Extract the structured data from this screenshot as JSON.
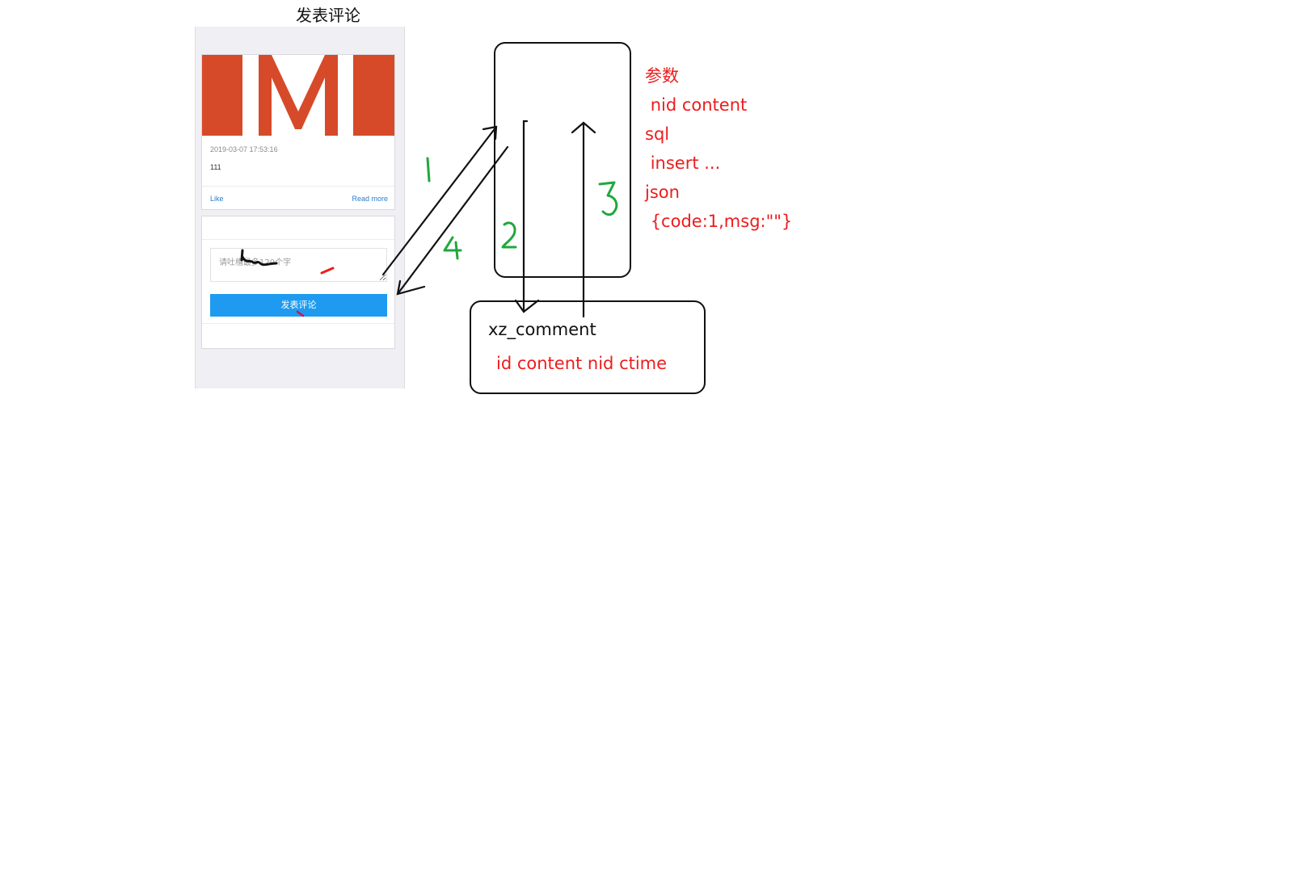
{
  "page": {
    "title": "发表评论"
  },
  "phone": {
    "logo_letter": "M",
    "post": {
      "date": "2019-03-07 17:53:16",
      "body": "111",
      "like_label": "Like",
      "read_more_label": "Read more"
    },
    "comment_form": {
      "placeholder": "请吐槽最多120个字",
      "submit_label": "发表评论"
    }
  },
  "diagram": {
    "server_notes": [
      "参数",
      "nid content",
      "sql",
      "insert ...",
      "json",
      "{code:1,msg:\"\"}"
    ],
    "database": {
      "table_name": "xz_comment",
      "fields": "id content nid ctime"
    },
    "steps": [
      "1",
      "2",
      "3",
      "4"
    ]
  },
  "colors": {
    "annotation_red": "#ee1c1c",
    "step_green": "#1fa83c",
    "banner_orange": "#d64a2a",
    "button_blue": "#1e9bf0",
    "link_blue": "#2a7dd1"
  }
}
